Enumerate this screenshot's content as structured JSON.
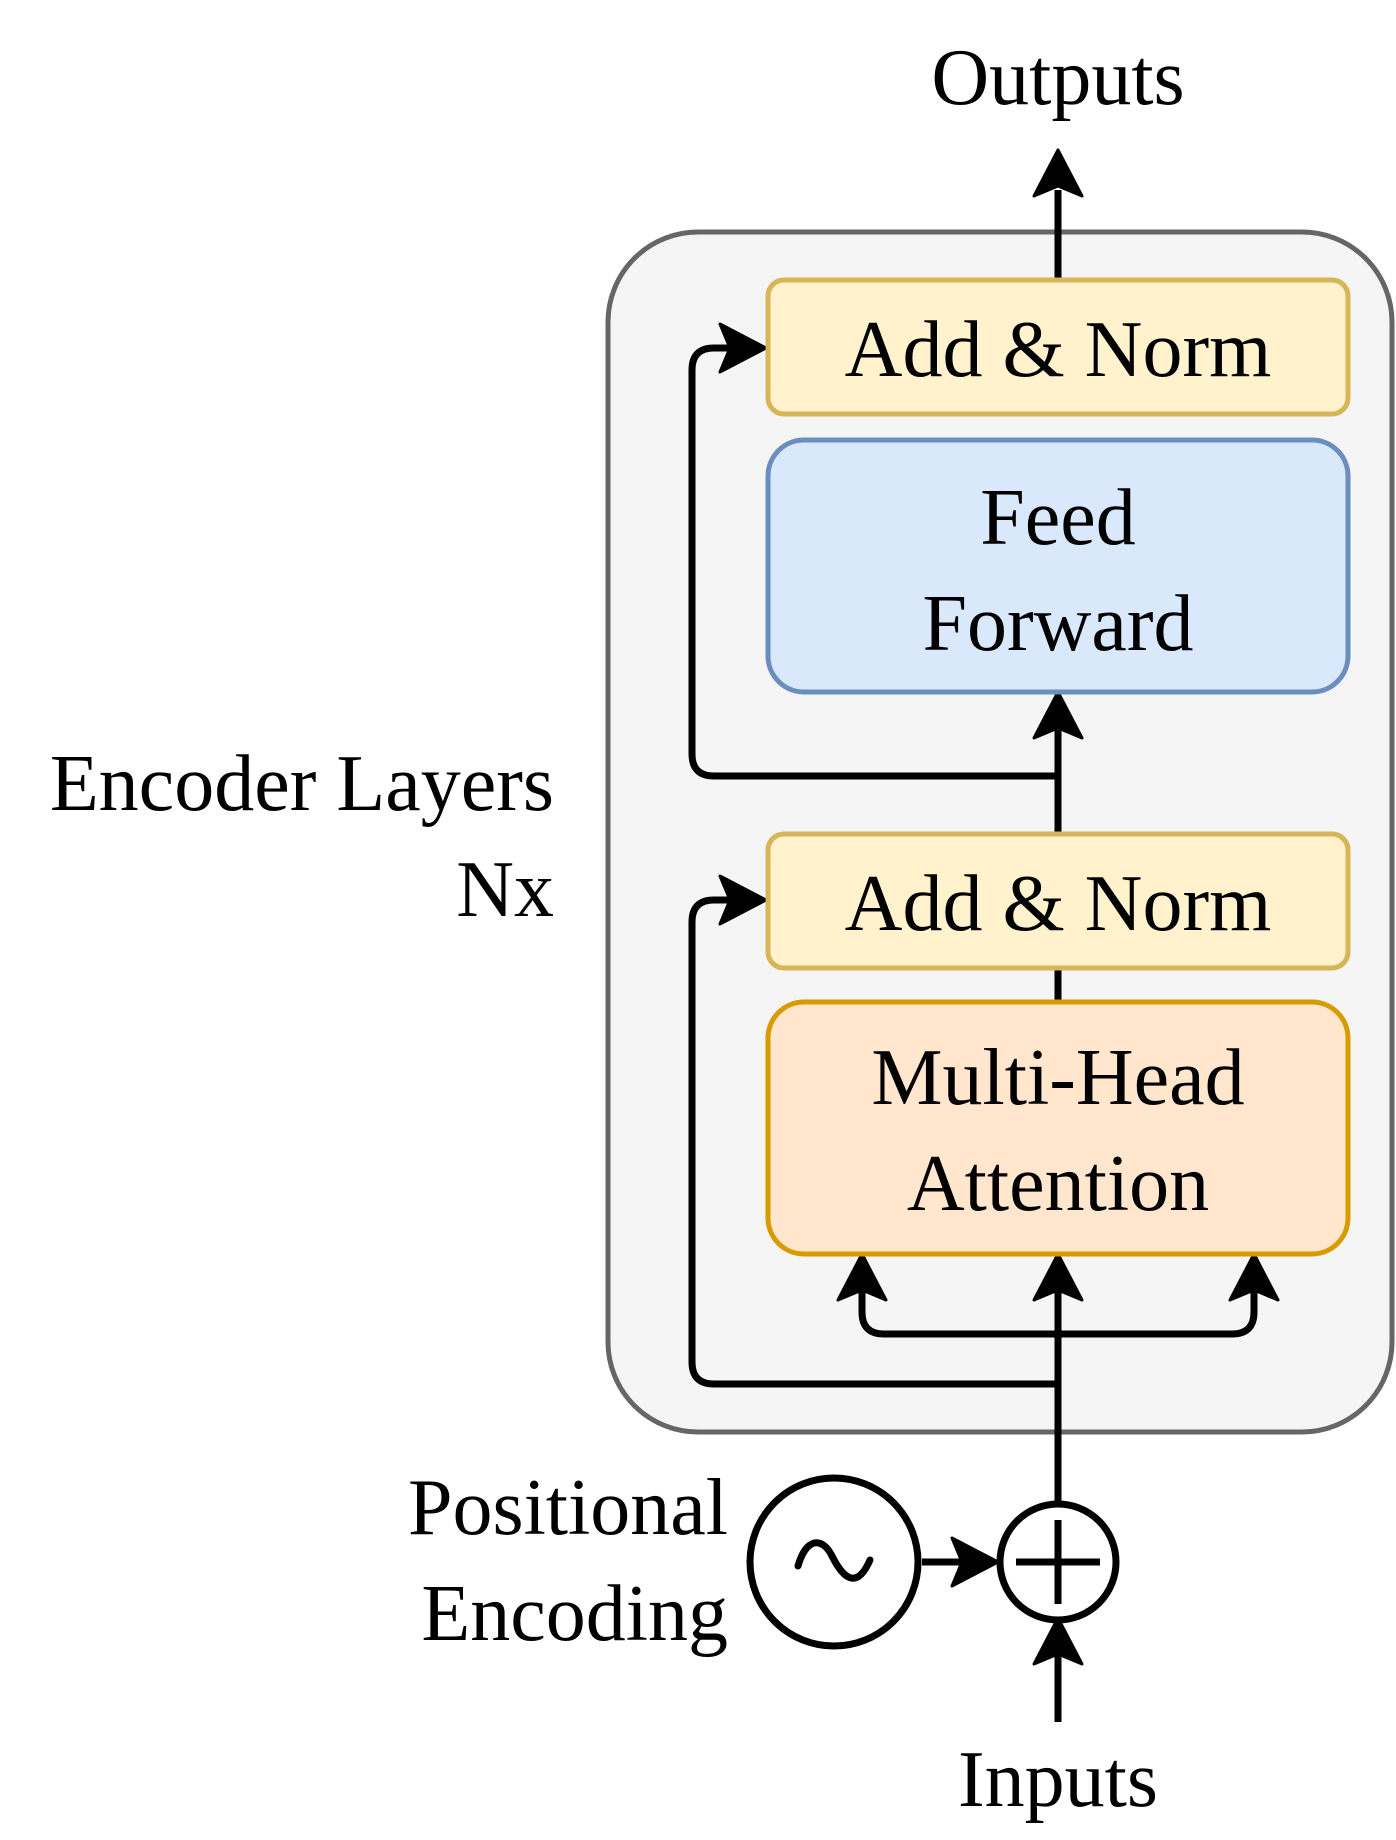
{
  "diagram": {
    "outputs_label": "Outputs",
    "inputs_label": "Inputs",
    "encoder_label_line1": "Encoder Layers",
    "encoder_label_line2": "Nx",
    "add_norm_top": "Add & Norm",
    "feed_forward_line1": "Feed",
    "feed_forward_line2": "Forward",
    "add_norm_bottom": "Add & Norm",
    "attention_line1": "Multi-Head",
    "attention_line2": "Attention",
    "positional_line1": "Positional",
    "positional_line2": "Encoding",
    "sine_icon": "sine-wave-icon",
    "plus_icon": "plus-circle-icon"
  },
  "colors": {
    "encoder_fill": "#f5f5f5",
    "encoder_stroke": "#666666",
    "add_norm_fill": "#fff2cc",
    "add_norm_stroke": "#d6b656",
    "feed_forward_fill": "#dae8fc",
    "feed_forward_stroke": "#6c8ebf",
    "attention_fill": "#ffe6cc",
    "attention_stroke": "#d79b00",
    "line": "#000000"
  }
}
